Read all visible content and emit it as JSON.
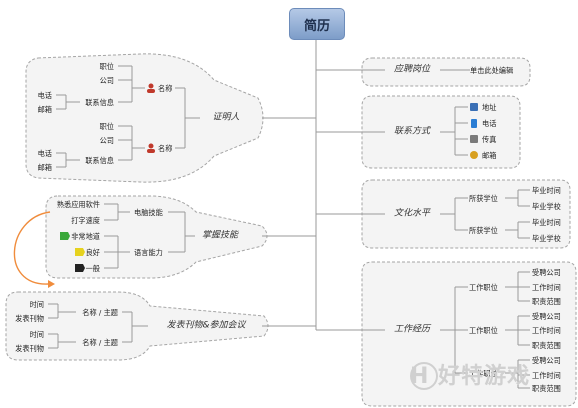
{
  "root": "简历",
  "right": {
    "position": {
      "label": "应聘岗位",
      "note": "单击此处编辑"
    },
    "contact": {
      "label": "联系方式",
      "items": [
        "地址",
        "电话",
        "传真",
        "邮箱"
      ]
    },
    "education": {
      "label": "文化水平",
      "degree_label": "所获学位",
      "time_label": "毕业时间",
      "school_label": "毕业学校"
    },
    "work": {
      "label": "工作经历",
      "title_label": "工作职位",
      "company_label": "受聘公司",
      "time_label": "工作时间",
      "scope_label": "职责范围"
    }
  },
  "left": {
    "referee": {
      "label": "证明人",
      "name_label": "名称",
      "job_label": "职位",
      "company_label": "公司",
      "contact_label": "联系信息",
      "phone_label": "电话",
      "email_label": "邮箱"
    },
    "skills": {
      "label": "掌握技能",
      "computer_label": "电脑技能",
      "software_label": "熟悉应用软件",
      "typing_label": "打字速度",
      "language_label": "语言能力",
      "level_1": "非常地道",
      "level_2": "良好",
      "level_3": "一般"
    },
    "publications": {
      "label": "发表刊物&参加会议",
      "topic_label": "名称 / 主题",
      "time_label": "时间",
      "journal_label": "发表刊物"
    }
  },
  "watermark": "H 好特游戏"
}
